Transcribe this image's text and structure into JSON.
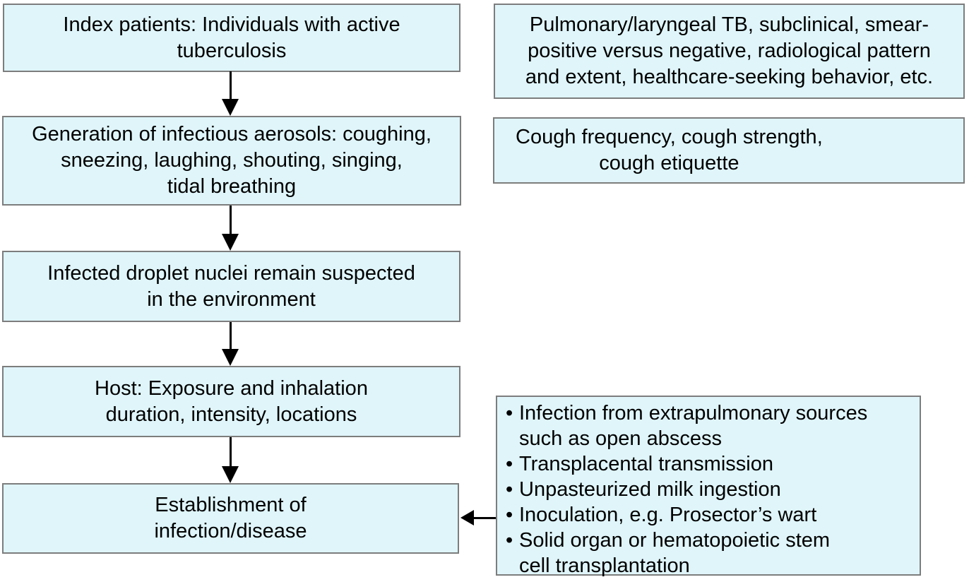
{
  "colors": {
    "box_fill": "#dff5fa",
    "box_border": "#7d7d7d",
    "arrow": "#000000",
    "text": "#000000"
  },
  "bullet_marker": "•",
  "flow": {
    "steps": [
      {
        "id": "index-patients",
        "text": "Index patients: Individuals with active\ntuberculosis"
      },
      {
        "id": "aerosol-generation",
        "text": "Generation of infectious aerosols: coughing,\nsneezing, laughing, shouting, singing,\ntidal breathing"
      },
      {
        "id": "droplet-nuclei",
        "text": "Infected droplet nuclei remain suspected\nin the environment"
      },
      {
        "id": "host-exposure",
        "text": "Host: Exposure and inhalation\nduration, intensity, locations"
      },
      {
        "id": "establishment",
        "text": "Establishment of\ninfection/disease"
      }
    ]
  },
  "annotations": {
    "index_characteristics": {
      "text": "Pulmonary/laryngeal TB, subclinical, smear-\npositive versus negative, radiological pattern\nand extent, healthcare-seeking behavior, etc."
    },
    "cough_characteristics": {
      "text": "Cough frequency, cough strength,\ncough etiquette"
    },
    "alternative_routes": {
      "items": [
        "Infection from extrapulmonary sources\nsuch as open abscess",
        "Transplacental transmission",
        "Unpasteurized milk ingestion",
        "Inoculation, e.g. Prosector’s wart",
        "Solid organ or hematopoietic stem\ncell transplantation"
      ]
    }
  }
}
